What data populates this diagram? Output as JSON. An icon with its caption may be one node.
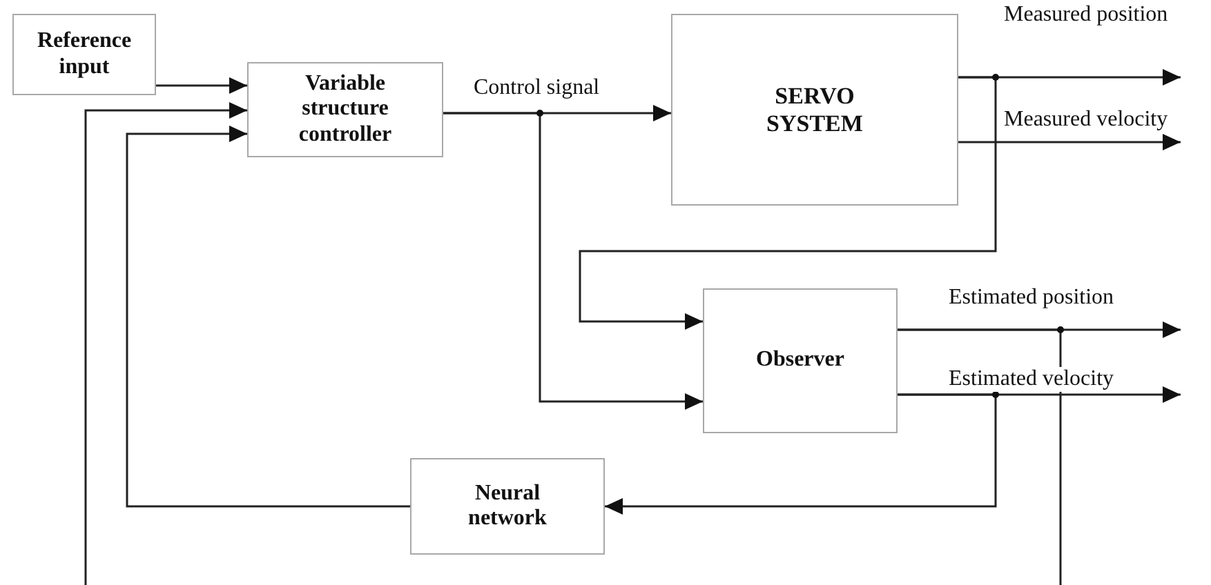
{
  "diagram": {
    "nodes": [
      {
        "text": [
          "Reference input"
        ]
      },
      {
        "text": [
          "Variable structure controller"
        ]
      },
      {
        "text": [
          "SERVO SYSTEM"
        ]
      },
      {
        "text": [
          "Observer"
        ]
      },
      {
        "text": [
          "Neural network"
        ]
      }
    ],
    "edges": [
      {
        "from": 0,
        "to": 1,
        "arrow": "to"
      },
      {
        "from": 1,
        "to": 2,
        "arrow": "to",
        "label": "Control signal"
      },
      {
        "from": 1,
        "to": 3,
        "arrow": "to"
      },
      {
        "from": 2,
        "to": null,
        "arrow": "to",
        "label": "Measured position"
      },
      {
        "from": 2,
        "to": null,
        "arrow": "to",
        "label": "Measured velocity"
      },
      {
        "from": 2,
        "to": 3,
        "arrow": "to"
      },
      {
        "from": 3,
        "to": null,
        "arrow": "to",
        "label": "Estimated position"
      },
      {
        "from": 3,
        "to": null,
        "arrow": "to",
        "label": "Estimated velocity"
      },
      {
        "from": 3,
        "to": 4,
        "arrow": "to"
      },
      {
        "from": 4,
        "to": 1,
        "arrow": "to"
      },
      {
        "from": 3,
        "to": null,
        "arrow": "none"
      },
      {
        "from": null,
        "to": 1,
        "arrow": "to"
      }
    ]
  }
}
